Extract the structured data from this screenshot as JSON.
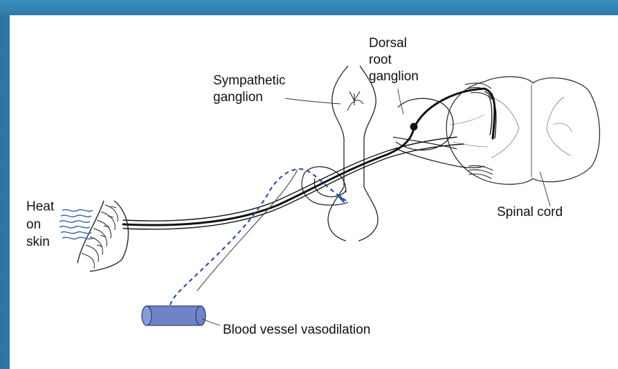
{
  "labels": {
    "dorsal_root_ganglion": [
      "Dorsal",
      "root",
      "ganglion"
    ],
    "sympathetic_ganglion": [
      "Sympathetic",
      "ganglion"
    ],
    "heat_on_skin": [
      "Heat",
      "on",
      "skin"
    ],
    "spinal_cord": "Spinal cord",
    "blood_vessel": "Blood vessel vasodilation"
  },
  "colors": {
    "frame": "#2e7fae",
    "panel": "#ffffff",
    "line": "#111111",
    "efferent_dashed": "#2b4fa6",
    "vessel_fill": "#6f84c8",
    "skin_heat": "#4a6fb0"
  }
}
